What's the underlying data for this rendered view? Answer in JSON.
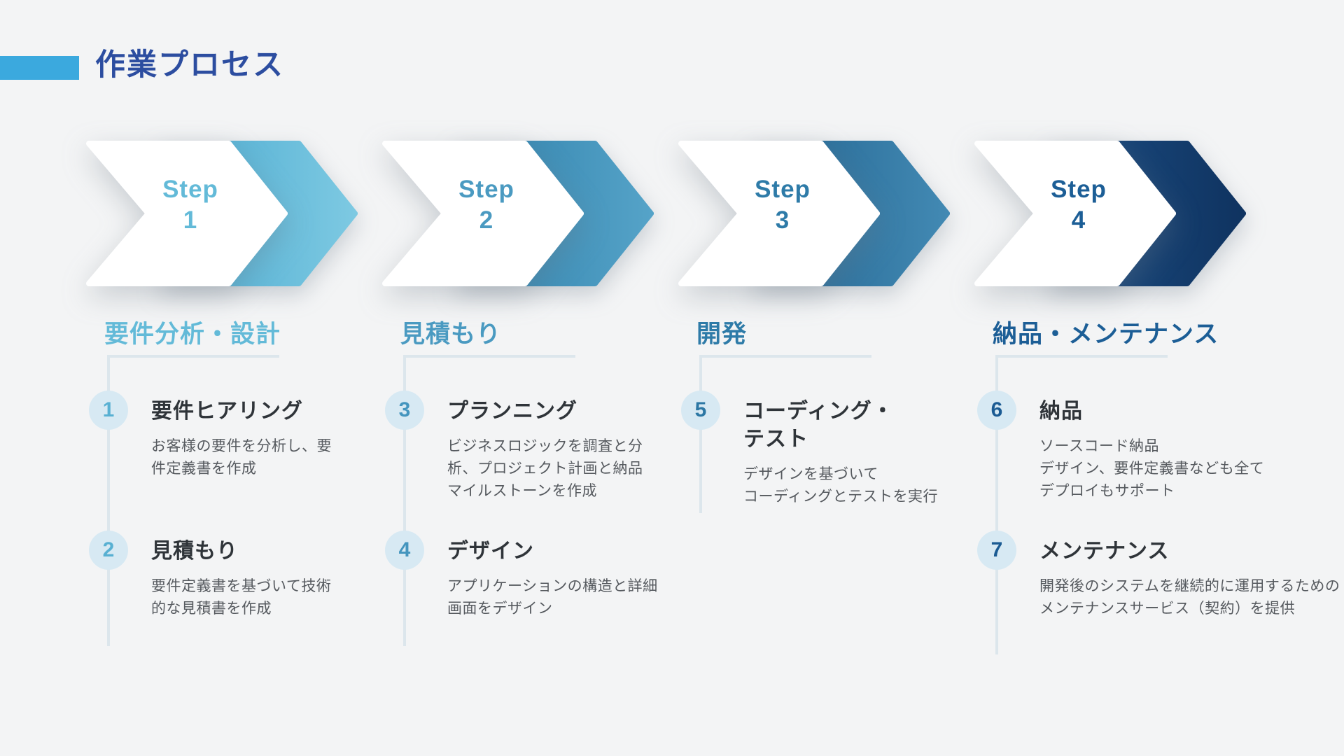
{
  "page": {
    "title": "作業プロセス",
    "title_color": "#2C4DA0",
    "accent_bar_color": "#3BA9DE",
    "background": "#F3F4F5"
  },
  "steps": [
    {
      "label": "Step",
      "number": "1",
      "header": "要件分析・設計",
      "accent": "#63BAD8",
      "number_color": "#58B0D2",
      "arrow_gradient_start": "#49A9CF",
      "arrow_gradient_end": "#7DC9E2",
      "items": [
        {
          "number": "1",
          "title_lines": [
            "要件ヒアリング"
          ],
          "desc_lines": [
            "お客様の要件を分析し、要",
            "件定義書を作成"
          ]
        },
        {
          "number": "2",
          "title_lines": [
            "見積もり"
          ],
          "desc_lines": [
            "要件定義書を基づいて技術",
            "的な見積書を作成"
          ]
        }
      ]
    },
    {
      "label": "Step",
      "number": "2",
      "header": "見積もり",
      "accent": "#4A9AC1",
      "number_color": "#4495BE",
      "arrow_gradient_start": "#2D7EA9",
      "arrow_gradient_end": "#55A3C8",
      "items": [
        {
          "number": "3",
          "title_lines": [
            "プランニング"
          ],
          "desc_lines": [
            "ビジネスロジックを調査と分",
            "析、プロジェクト計画と納品",
            "マイルストーンを作成"
          ]
        },
        {
          "number": "4",
          "title_lines": [
            "デザイン"
          ],
          "desc_lines": [
            "アプリケーションの構造と詳細",
            "画面をデザイン"
          ]
        }
      ]
    },
    {
      "label": "Step",
      "number": "3",
      "header": "開発",
      "accent": "#2E7BA8",
      "number_color": "#2C77A4",
      "arrow_gradient_start": "#22638F",
      "arrow_gradient_end": "#4289B3",
      "items": [
        {
          "number": "5",
          "title_lines": [
            "コーディング・",
            "テスト"
          ],
          "desc_lines": [
            "デザインを基づいて",
            "コーディングとテストを実行"
          ]
        }
      ]
    },
    {
      "label": "Step",
      "number": "4",
      "header": "納品・メンテナンス",
      "accent": "#1C5E96",
      "number_color": "#1B5B93",
      "arrow_gradient_start": "#1D4F85",
      "arrow_gradient_end": "#0F3360",
      "items": [
        {
          "number": "6",
          "title_lines": [
            "納品"
          ],
          "desc_lines": [
            "ソースコード納品",
            "デザイン、要件定義書なども全て",
            "デプロイもサポート"
          ]
        },
        {
          "number": "7",
          "title_lines": [
            "メンテナンス"
          ],
          "desc_lines": [
            "開発後のシステムを継続的に運用するための",
            "メンテナンスサービス（契約）を提供"
          ]
        }
      ]
    }
  ]
}
